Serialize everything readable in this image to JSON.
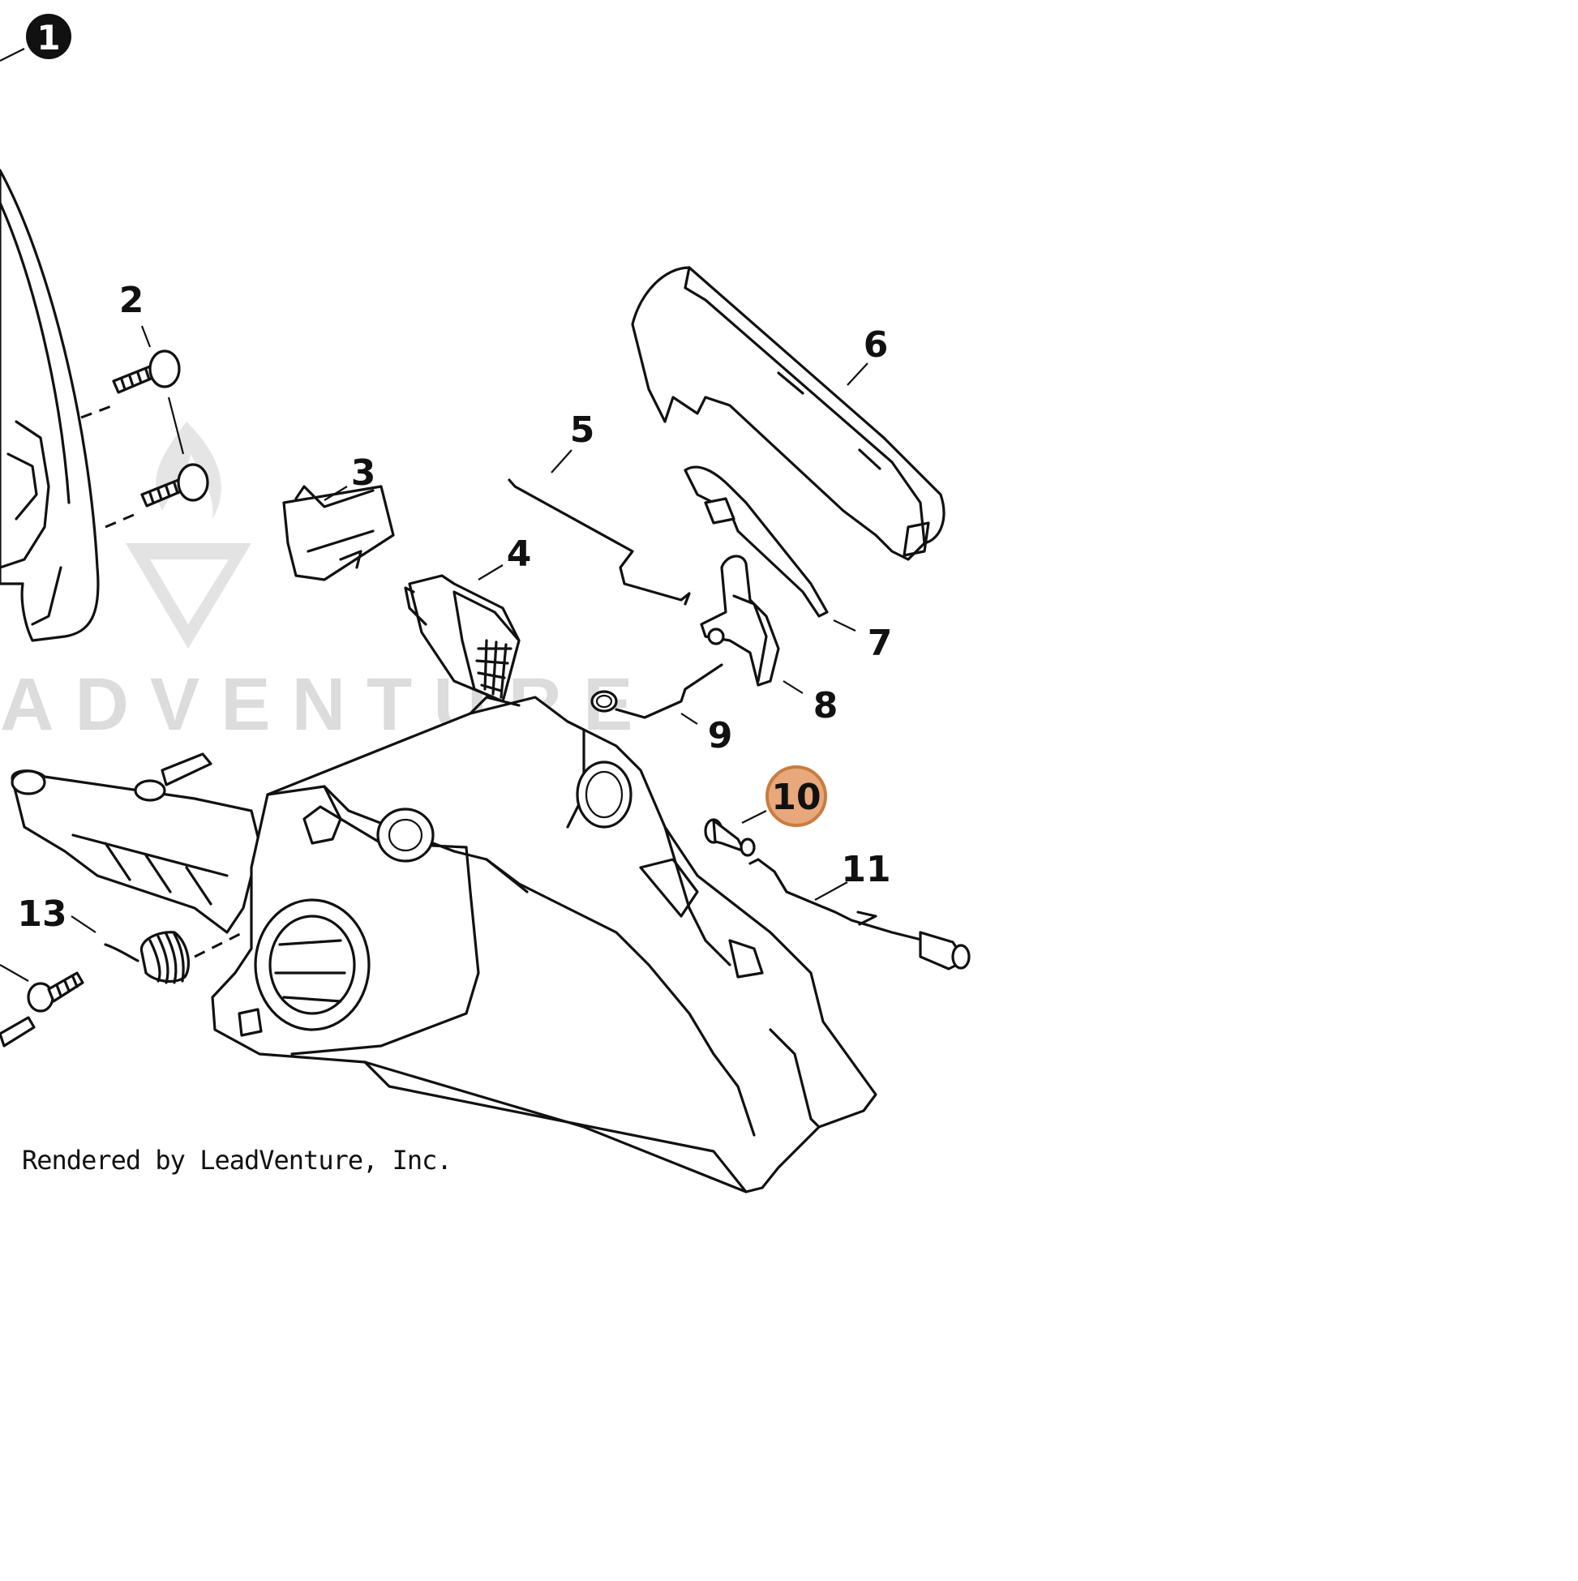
{
  "diagram": {
    "callouts": {
      "c1": "1",
      "c2": "2",
      "c3": "3",
      "c4": "4",
      "c5": "5",
      "c6": "6",
      "c7": "7",
      "c8": "8",
      "c9": "9",
      "c10": "10",
      "c11": "11",
      "c13": "13"
    },
    "highlight_color": "#e8a87c",
    "highlight_border_color": "#c97c3e",
    "watermark_text": "ADVENTURE",
    "footer": "Rendered by LeadVenture, Inc."
  }
}
